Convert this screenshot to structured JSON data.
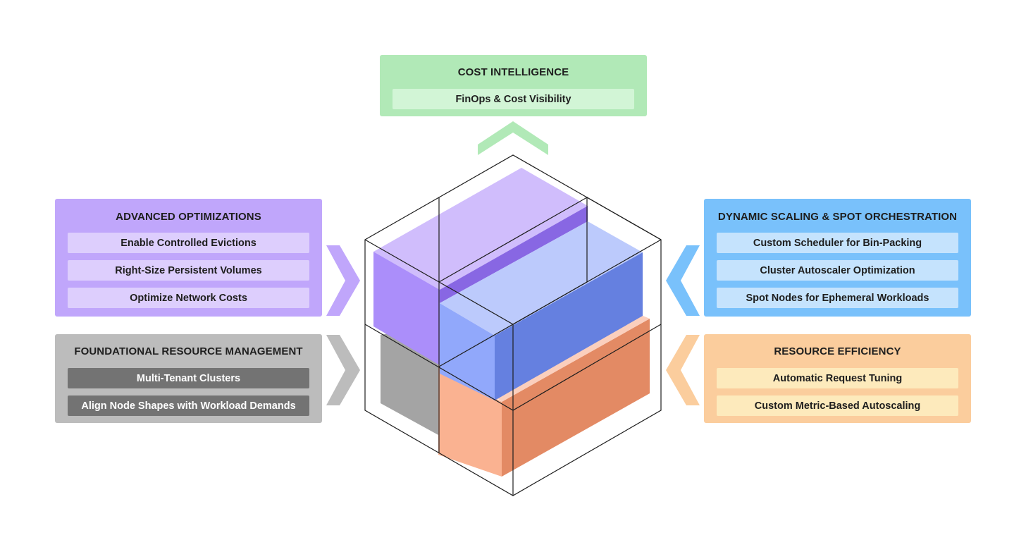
{
  "panels": {
    "cost": {
      "title": "COST INTELLIGENCE",
      "items": [
        "FinOps & Cost Visibility"
      ]
    },
    "advanced": {
      "title": "ADVANCED OPTIMIZATIONS",
      "items": [
        "Enable Controlled Evictions",
        "Right-Size Persistent Volumes",
        "Optimize Network Costs"
      ]
    },
    "dynamic": {
      "title": "DYNAMIC SCALING & SPOT ORCHESTRATION",
      "items": [
        "Custom Scheduler for Bin-Packing",
        "Cluster Autoscaler Optimization",
        "Spot Nodes for Ephemeral Workloads"
      ]
    },
    "foundational": {
      "title": "FOUNDATIONAL RESOURCE MANAGEMENT",
      "items": [
        "Multi-Tenant Clusters",
        "Align Node Shapes with Workload Demands"
      ]
    },
    "efficiency": {
      "title": "RESOURCE EFFICIENCY",
      "items": [
        "Automatic Request Tuning",
        "Custom Metric-Based Autoscaling"
      ]
    }
  },
  "colors": {
    "cost": "#b1e9b7",
    "advanced": "#c0a6fb",
    "dynamic": "#79c1fb",
    "foundational": "#bcbcbc",
    "efficiency": "#fbcd9d"
  },
  "icons": [
    "chevron-up-icon",
    "chevron-right-icon",
    "chevron-left-icon",
    "isometric-cube-icon"
  ]
}
